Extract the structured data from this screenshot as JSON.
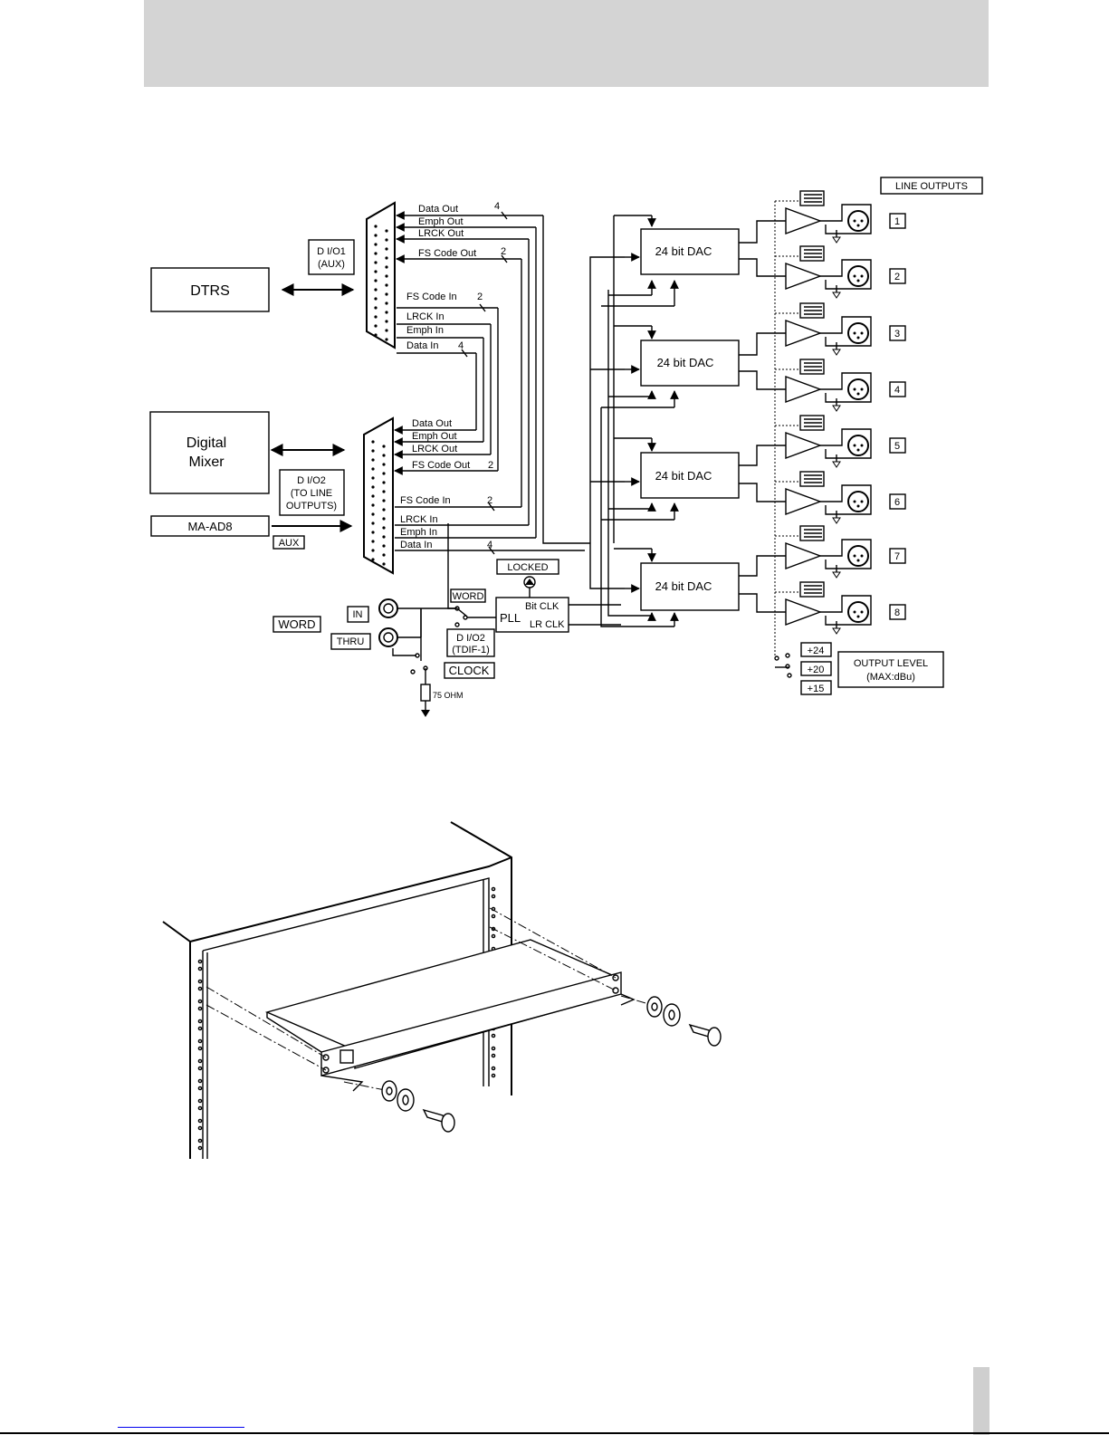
{
  "block_diagram": {
    "dtrs": "DTRS",
    "dio1": [
      "D  I/O1",
      "(AUX)"
    ],
    "digital_mixer": [
      "Digital",
      "Mixer"
    ],
    "dio2": [
      "D  I/O2",
      "(TO  LINE",
      "OUTPUTS)"
    ],
    "ma_ad8": "MA-AD8",
    "aux": "AUX",
    "conn1_signals": [
      "Data  Out",
      "Emph  Out",
      "LRCK  Out",
      "FS  Code  Out",
      "FS  Code  In",
      "LRCK  In",
      "Emph  In",
      "Data  In"
    ],
    "conn2_signals": [
      "Data  Out",
      "Emph  Out",
      "LRCK  Out",
      "FS  Code  Out",
      "FS  Code  In",
      "LRCK  In",
      "Emph  In",
      "Data  In"
    ],
    "bus_widths": {
      "data": "4",
      "fs": "2"
    },
    "dac_label": "24 bit DAC",
    "line_outputs": "LINE   OUTPUTS",
    "output_numbers": [
      "1",
      "2",
      "3",
      "4",
      "5",
      "6",
      "7",
      "8"
    ],
    "locked": "LOCKED",
    "word_switch": "WORD",
    "pll": "PLL",
    "bit_clk": "Bit  CLK",
    "lr_clk": "LR  CLK",
    "dio2_tdif": [
      "D  I/O2",
      "(TDIF-1)"
    ],
    "clock": "CLOCK",
    "word": "WORD",
    "in": "IN",
    "thru": "THRU",
    "ohm": "75 OHM",
    "levels": [
      "+24",
      "+20",
      "+15"
    ],
    "output_level": [
      "OUTPUT    LEVEL",
      "(MAX:dBu)"
    ]
  }
}
